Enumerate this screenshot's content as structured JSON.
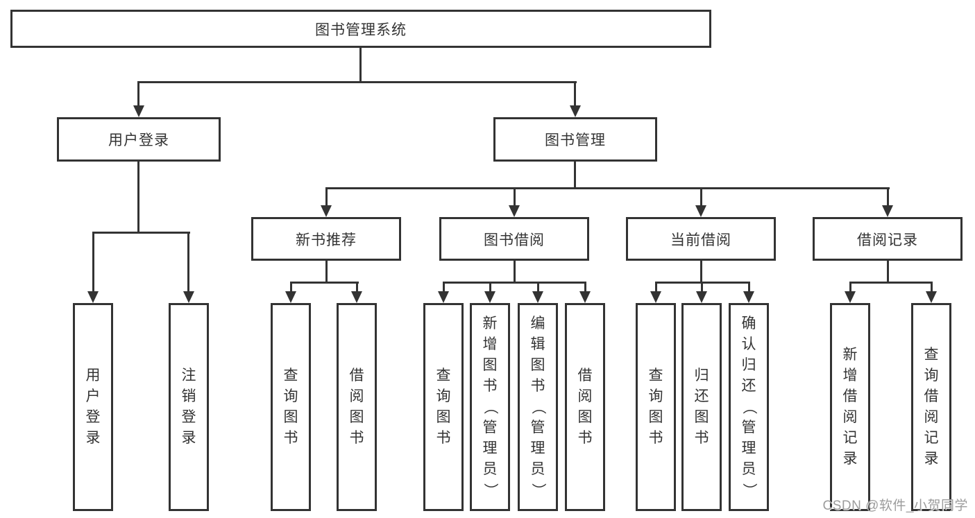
{
  "colors": {
    "line": "#333333",
    "text": "#333333",
    "background": "#ffffff",
    "watermark": "#9c9c9c"
  },
  "tree": {
    "root": {
      "label": "图书管理系统",
      "children": [
        {
          "label": "用户登录",
          "children": [
            {
              "label": "用户登录"
            },
            {
              "label": "注销登录"
            }
          ]
        },
        {
          "label": "图书管理",
          "children": [
            {
              "label": "新书推荐",
              "children": [
                {
                  "label": "查询图书"
                },
                {
                  "label": "借阅图书"
                }
              ]
            },
            {
              "label": "图书借阅",
              "children": [
                {
                  "label": "查询图书"
                },
                {
                  "label": "新增图书（管理员）"
                },
                {
                  "label": "编辑图书（管理员）"
                },
                {
                  "label": "借阅图书"
                }
              ]
            },
            {
              "label": "当前借阅",
              "children": [
                {
                  "label": "查询图书"
                },
                {
                  "label": "归还图书"
                },
                {
                  "label": "确认归还（管理员）"
                }
              ]
            },
            {
              "label": "借阅记录",
              "children": [
                {
                  "label": "新增借阅记录"
                },
                {
                  "label": "查询借阅记录"
                }
              ]
            }
          ]
        }
      ]
    }
  },
  "watermark": {
    "text": "CSDN @软件_小贺同学"
  }
}
